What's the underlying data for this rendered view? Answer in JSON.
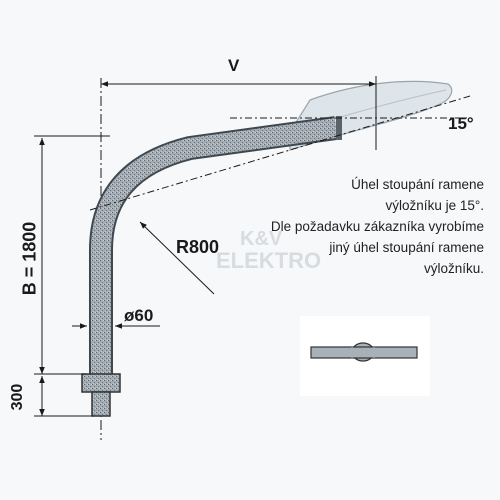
{
  "dimensions": {
    "reach": "V",
    "angle": "15°",
    "radius": "R800",
    "diameter": "ø60",
    "height": "B = 1800",
    "base": "300"
  },
  "note": {
    "lines": [
      "Úhel stoupání ramene",
      "výložníku je 15°.",
      "Dle požadavku zákazníka vyrobíme",
      "jiný úhel stoupání ramene",
      "výložníku."
    ]
  },
  "watermark": {
    "line1": "K&V",
    "line2": "ELEKTRO"
  },
  "colors": {
    "pipe": "#9aa3ab",
    "line": "#1a1a1a",
    "background": "#f6f8f9"
  }
}
